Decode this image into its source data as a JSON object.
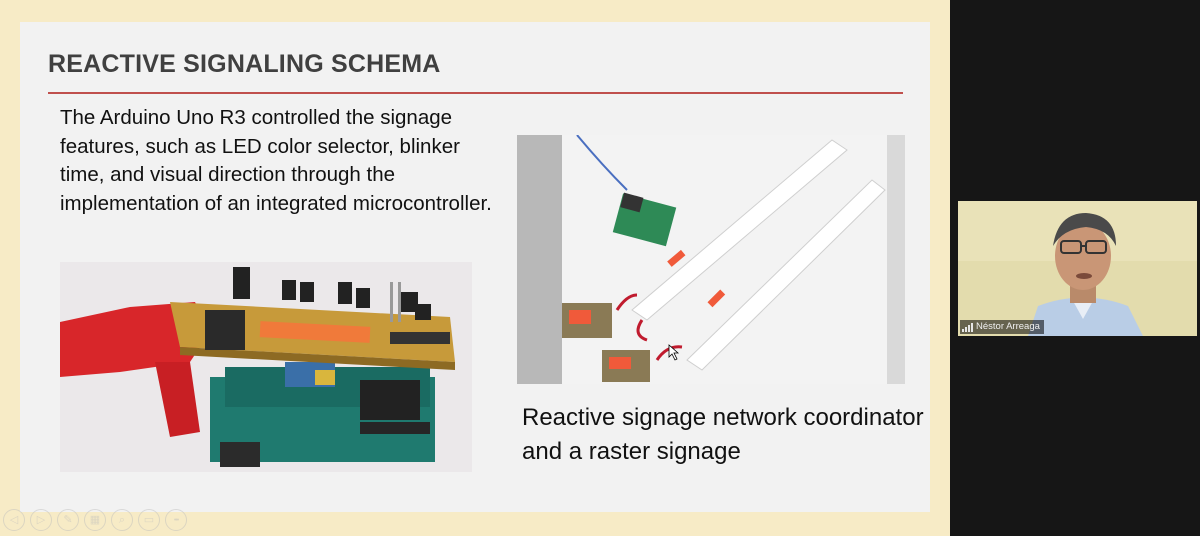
{
  "slide": {
    "title": "REACTIVE SIGNALING SCHEMA",
    "body_text": "The Arduino Uno R3 controlled the signage features, such as LED color selector, blinker time, and visual direction through the implementation of an integrated microcontroller.",
    "caption": "Reactive signage network coordinator and a raster signage",
    "accent_color": "#c0504d"
  },
  "toolbar": {
    "buttons": [
      {
        "name": "previous-slide",
        "icon": "arrow-left-icon",
        "glyph": "◁"
      },
      {
        "name": "next-slide",
        "icon": "arrow-right-icon",
        "glyph": "▷"
      },
      {
        "name": "pen",
        "icon": "pen-icon",
        "glyph": "✎"
      },
      {
        "name": "slides",
        "icon": "grid-icon",
        "glyph": "▦"
      },
      {
        "name": "zoom",
        "icon": "magnifier-icon",
        "glyph": "⌕"
      },
      {
        "name": "subtitles",
        "icon": "subtitles-icon",
        "glyph": "▭"
      },
      {
        "name": "more",
        "icon": "more-icon",
        "glyph": "•••"
      }
    ]
  },
  "participant": {
    "name": "Néstor Arreaga",
    "signal_icon": "signal-bars-icon"
  }
}
